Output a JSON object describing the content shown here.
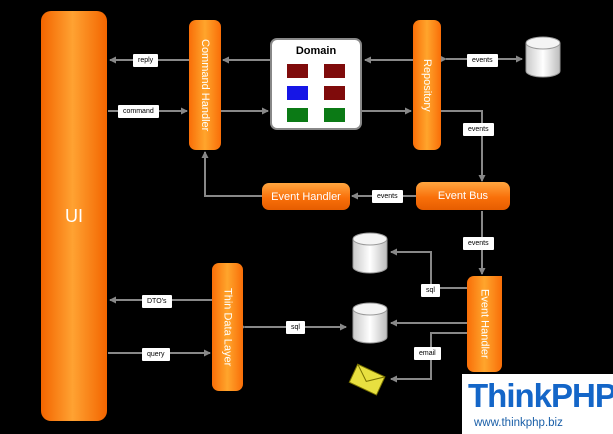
{
  "diagram": {
    "ui_label": "UI",
    "command_handler": "Command Handler",
    "repository": "Repository",
    "domain_title": "Domain",
    "event_bus": "Event Bus",
    "event_handler_top": "Event Handler",
    "event_handler_bottom": "Event Handler",
    "thin_data_layer": "Thin Data Layer",
    "edge_labels": {
      "reply": "reply",
      "command": "command",
      "events_repo_db": "events",
      "events_repo_bus": "events",
      "events_bus_handler": "events",
      "events_bus_eh": "events",
      "dtos": "DTO's",
      "query": "query",
      "sql_tdl": "sql",
      "sql_db": "sql",
      "email": "email"
    },
    "colors": {
      "accent_orange": "#f98a14",
      "domain_red": "#7f0b0b",
      "domain_blue": "#1616e6",
      "domain_green": "#0b7a15",
      "envelope": "#e8e040"
    }
  },
  "watermark": {
    "brand": "ThinkPHP",
    "url": "www.thinkphp.biz"
  }
}
